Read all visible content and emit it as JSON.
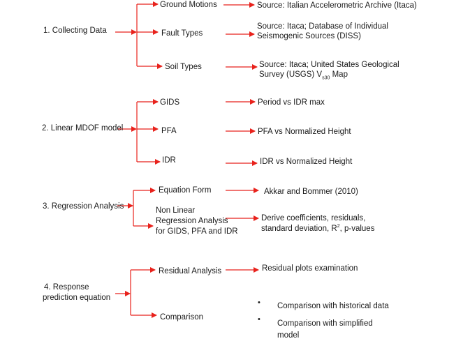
{
  "colors": {
    "arrow": "#e8221c",
    "text": "#1a1a1a",
    "background": "#ffffff"
  },
  "stages": [
    {
      "label": "1. Collecting Data",
      "items": [
        {
          "label": "Ground Motions",
          "result": "Source: Italian Accelerometric Archive (Itaca)"
        },
        {
          "label": "Fault Types",
          "result_lines": [
            "Source: Itaca; Database of Individual",
            "Seismogenic Sources (DISS)"
          ]
        },
        {
          "label": "Soil Types",
          "result_line1": "Source: Itaca; United States Geological",
          "result_line2_pre": "Survey (USGS) V",
          "result_line2_sub": "s30",
          "result_line2_post": " Map"
        }
      ]
    },
    {
      "label": "2. Linear MDOF model",
      "items": [
        {
          "label": "GIDS",
          "result": "Period vs IDR max"
        },
        {
          "label": "PFA",
          "result": "PFA vs Normalized Height"
        },
        {
          "label": "IDR",
          "result": "IDR vs Normalized Height"
        }
      ]
    },
    {
      "label": "3. Regression Analysis",
      "items": [
        {
          "label": "Equation Form",
          "result": "Akkar and Bommer (2010)"
        },
        {
          "label_lines": [
            "Non Linear",
            "Regression Analysis",
            "for GIDS, PFA and IDR"
          ],
          "result_lines": [
            "Derive coefficients, residuals,"
          ],
          "result_line2_pre": "standard deviation, R",
          "result_line2_sup": "2",
          "result_line2_post": ", p-values"
        }
      ]
    },
    {
      "label_lines": [
        "4.  Response",
        "prediction equation"
      ],
      "items": [
        {
          "label": "Residual Analysis",
          "result": "Residual plots examination"
        },
        {
          "label": "Comparison",
          "bullet_symbol": "•",
          "bullets": [
            "Comparison with historical data",
            "Comparison with simplified"
          ],
          "bullet_continuation": "model"
        }
      ]
    }
  ]
}
